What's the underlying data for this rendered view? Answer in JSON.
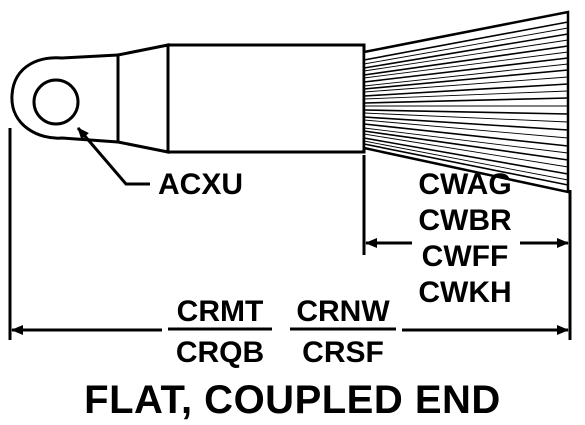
{
  "diagram": {
    "callout_label": "ACXU",
    "brush_codes": [
      "CWAG",
      "CWBR",
      "CWFF",
      "CWKH"
    ],
    "overall_codes": {
      "left_numerator": "CRMT",
      "left_denominator": "CRQB",
      "right_numerator": "CRNW",
      "right_denominator": "CRSF"
    },
    "title": "FLAT, COUPLED END",
    "colors": {
      "ink": "#000000",
      "paper": "#ffffff"
    }
  }
}
